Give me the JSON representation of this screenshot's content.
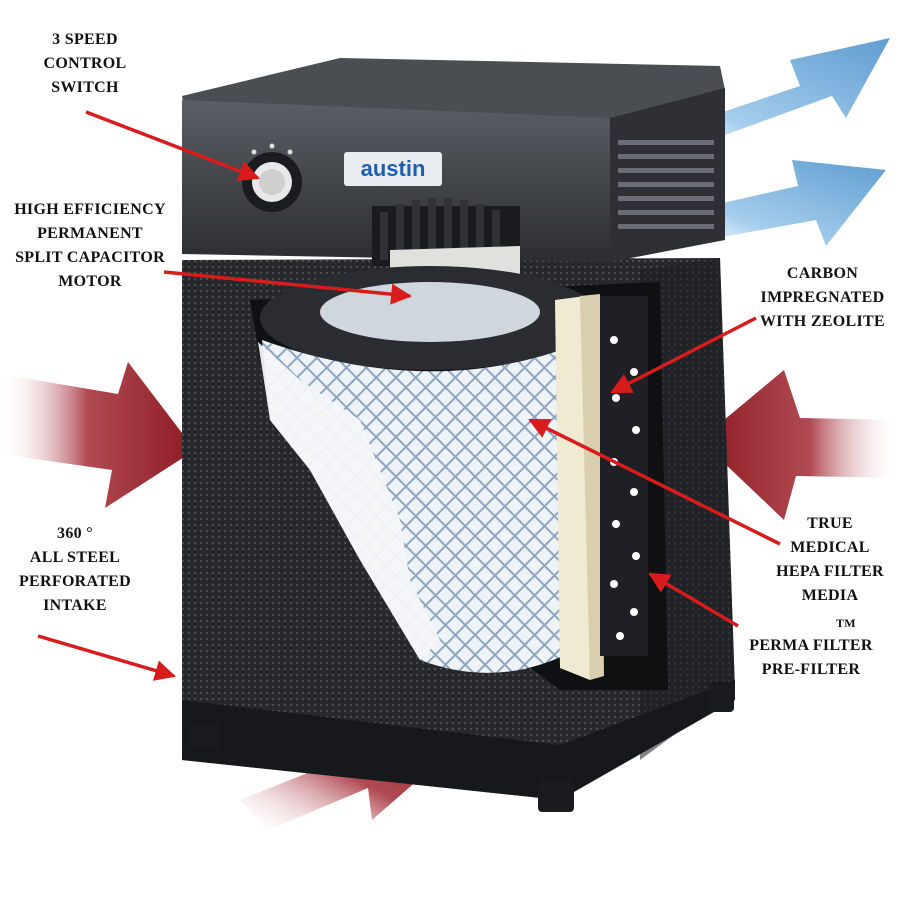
{
  "brand": "austin",
  "labels": {
    "speed_switch": [
      "3 SPEED",
      "CONTROL",
      "SWITCH"
    ],
    "motor": [
      "HIGH EFFICIENCY",
      "PERMANENT",
      "SPLIT CAPACITOR",
      "MOTOR"
    ],
    "carbon": [
      "CARBON",
      "IMPREGNATED",
      "WITH ZEOLITE"
    ],
    "intake": [
      "360 °",
      "ALL STEEL",
      "PERFORATED",
      "INTAKE"
    ],
    "hepa": [
      "TRUE",
      "MEDICAL",
      "HEPA FILTER",
      "MEDIA"
    ],
    "prefilter": [
      "PERMA FILTER",
      "PRE-FILTER"
    ],
    "trademark": "TM"
  },
  "colors": {
    "housing": "#26282c",
    "housing_top": "#3a3d42",
    "intake_arrow": "#8e1a22",
    "exhaust_arrow": "#6aaad8",
    "pointer_arrow": "#d81c1c",
    "hepa_filter": "#e6eef6",
    "carbon_panel": "#1e2026"
  }
}
